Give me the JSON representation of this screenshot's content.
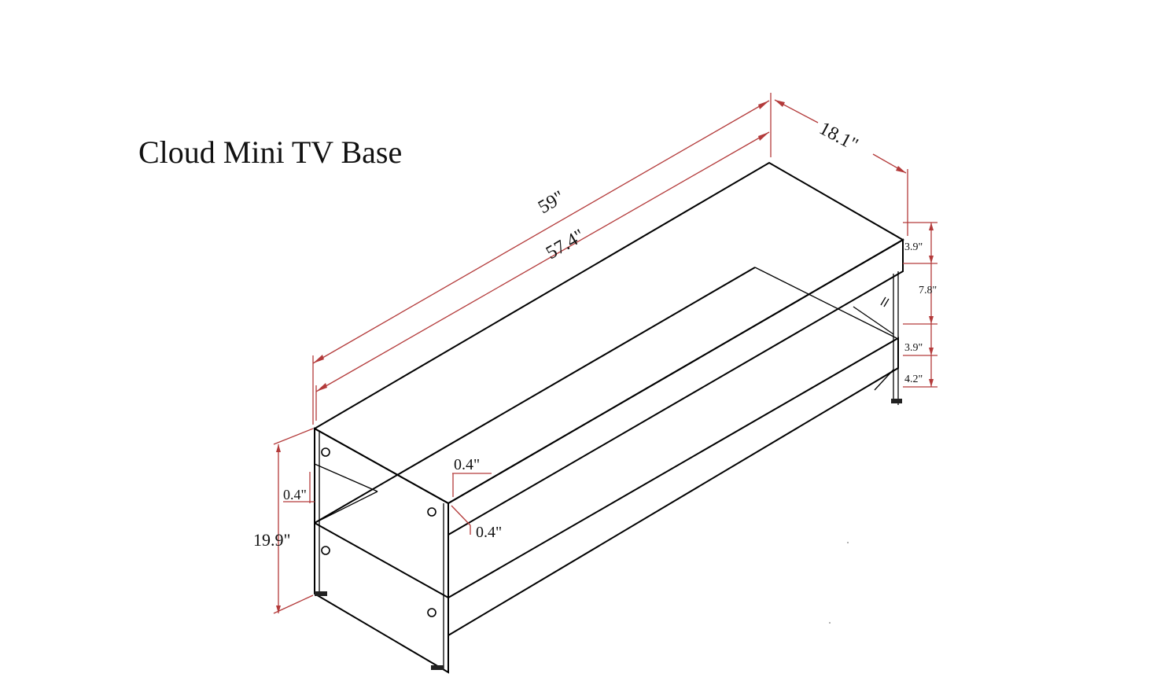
{
  "title": "Cloud Mini TV Base",
  "dimensions": {
    "total_length": "59\"",
    "shelf_length": "57.4\"",
    "depth": "18.1\"",
    "top_thickness": "3.9\"",
    "gap_height": "7.8\"",
    "bottom_shelf_thickness": "3.9\"",
    "leg_clearance": "4.2\"",
    "total_height": "19.9\"",
    "glass_thickness_side": "0.4\"",
    "glass_thickness_top": "0.4\"",
    "glass_thickness_front": "0.4\""
  }
}
